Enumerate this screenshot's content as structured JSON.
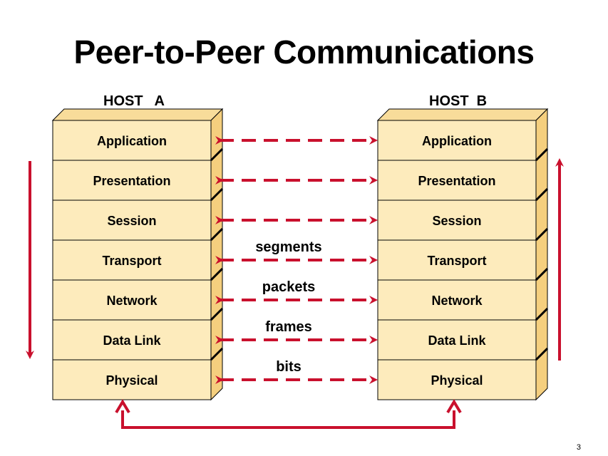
{
  "title": "Peer-to-Peer Communications",
  "host_a": {
    "label": "HOST   A",
    "layers": [
      "Application",
      "Presentation",
      "Session",
      "Transport",
      "Network",
      "Data Link",
      "Physical"
    ]
  },
  "host_b": {
    "label": "HOST  B",
    "layers": [
      "Application",
      "Presentation",
      "Session",
      "Transport",
      "Network",
      "Data Link",
      "Physical"
    ]
  },
  "pdu_labels": [
    "segments",
    "packets",
    "frames",
    "bits"
  ],
  "slide_number": "3",
  "colors": {
    "layer_fill": "#fdebbc",
    "layer_side": "#f5cf7e",
    "layer_top": "#f8dc9a",
    "arrow": "#c9102d",
    "outline": "#000000"
  }
}
